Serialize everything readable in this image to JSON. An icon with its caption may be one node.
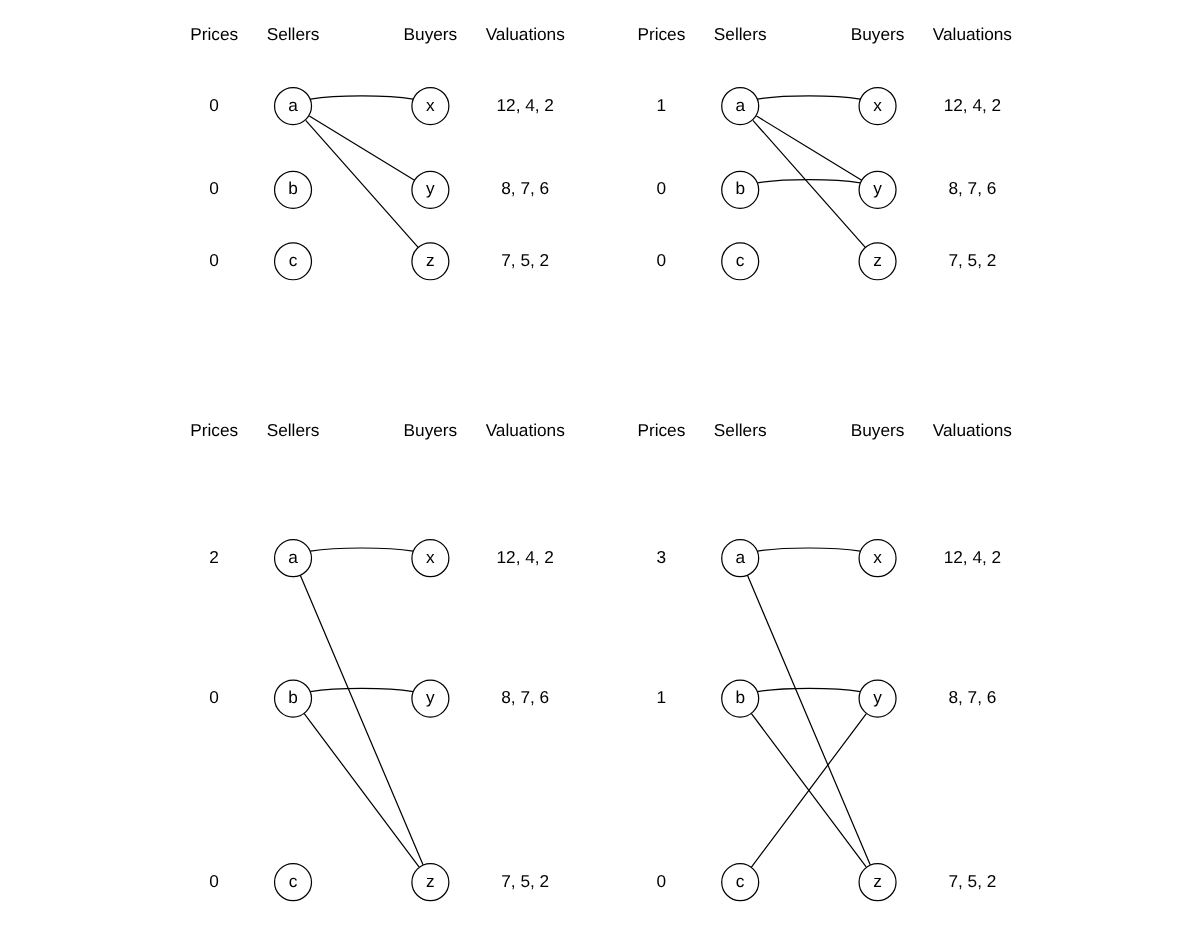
{
  "diagram": {
    "nodes": [
      {
        "text": [
          "a"
        ],
        "beside": [
          "0"
        ]
      },
      {
        "text": [
          "b"
        ],
        "beside": [
          "0"
        ]
      },
      {
        "text": [
          "c"
        ],
        "beside": [
          "0"
        ]
      },
      {
        "text": [
          "x"
        ],
        "beside": [
          "12, 4, 2"
        ]
      },
      {
        "text": [
          "y"
        ],
        "beside": [
          "8, 7, 6"
        ]
      },
      {
        "text": [
          "z"
        ],
        "beside": [
          "7, 5, 2"
        ]
      },
      {
        "text": [
          "a"
        ],
        "beside": [
          "1"
        ]
      },
      {
        "text": [
          "b"
        ],
        "beside": [
          "0"
        ]
      },
      {
        "text": [
          "c"
        ],
        "beside": [
          "0"
        ]
      },
      {
        "text": [
          "x"
        ],
        "beside": [
          "12, 4, 2"
        ]
      },
      {
        "text": [
          "y"
        ],
        "beside": [
          "8, 7, 6"
        ]
      },
      {
        "text": [
          "z"
        ],
        "beside": [
          "7, 5, 2"
        ]
      },
      {
        "text": [
          "a"
        ],
        "beside": [
          "2"
        ]
      },
      {
        "text": [
          "b"
        ],
        "beside": [
          "0"
        ]
      },
      {
        "text": [
          "c"
        ],
        "beside": [
          "0"
        ]
      },
      {
        "text": [
          "x"
        ],
        "beside": [
          "12, 4, 2"
        ]
      },
      {
        "text": [
          "y"
        ],
        "beside": [
          "8, 7, 6"
        ]
      },
      {
        "text": [
          "z"
        ],
        "beside": [
          "7, 5, 2"
        ]
      },
      {
        "text": [
          "a"
        ],
        "beside": [
          "3"
        ]
      },
      {
        "text": [
          "b"
        ],
        "beside": [
          "1"
        ]
      },
      {
        "text": [
          "c"
        ],
        "beside": [
          "0"
        ]
      },
      {
        "text": [
          "x"
        ],
        "beside": [
          "12, 4, 2"
        ]
      },
      {
        "text": [
          "y"
        ],
        "beside": [
          "8, 7, 6"
        ]
      },
      {
        "text": [
          "z"
        ],
        "beside": [
          "7, 5, 2"
        ]
      }
    ],
    "edges": [
      {
        "from": 0,
        "to": 3,
        "arrow": "none"
      },
      {
        "from": 0,
        "to": 4,
        "arrow": "none"
      },
      {
        "from": 0,
        "to": 5,
        "arrow": "none"
      },
      {
        "from": 6,
        "to": 9,
        "arrow": "none"
      },
      {
        "from": 6,
        "to": 10,
        "arrow": "none"
      },
      {
        "from": 6,
        "to": 11,
        "arrow": "none"
      },
      {
        "from": 7,
        "to": 10,
        "arrow": "none"
      },
      {
        "from": 12,
        "to": 15,
        "arrow": "none"
      },
      {
        "from": 12,
        "to": 17,
        "arrow": "none"
      },
      {
        "from": 13,
        "to": 16,
        "arrow": "none"
      },
      {
        "from": 13,
        "to": 17,
        "arrow": "none"
      },
      {
        "from": 18,
        "to": 21,
        "arrow": "none"
      },
      {
        "from": 18,
        "to": 23,
        "arrow": "none"
      },
      {
        "from": 19,
        "to": 22,
        "arrow": "none"
      },
      {
        "from": 19,
        "to": 23,
        "arrow": "none"
      },
      {
        "from": 20,
        "to": 22,
        "arrow": "none"
      }
    ],
    "labels": [
      "Prices",
      "Sellers",
      "Buyers",
      "Valuations",
      "Prices",
      "Sellers",
      "Buyers",
      "Valuations",
      "Prices",
      "Sellers",
      "Buyers",
      "Valuations",
      "Prices",
      "Sellers",
      "Buyers",
      "Valuations"
    ]
  }
}
